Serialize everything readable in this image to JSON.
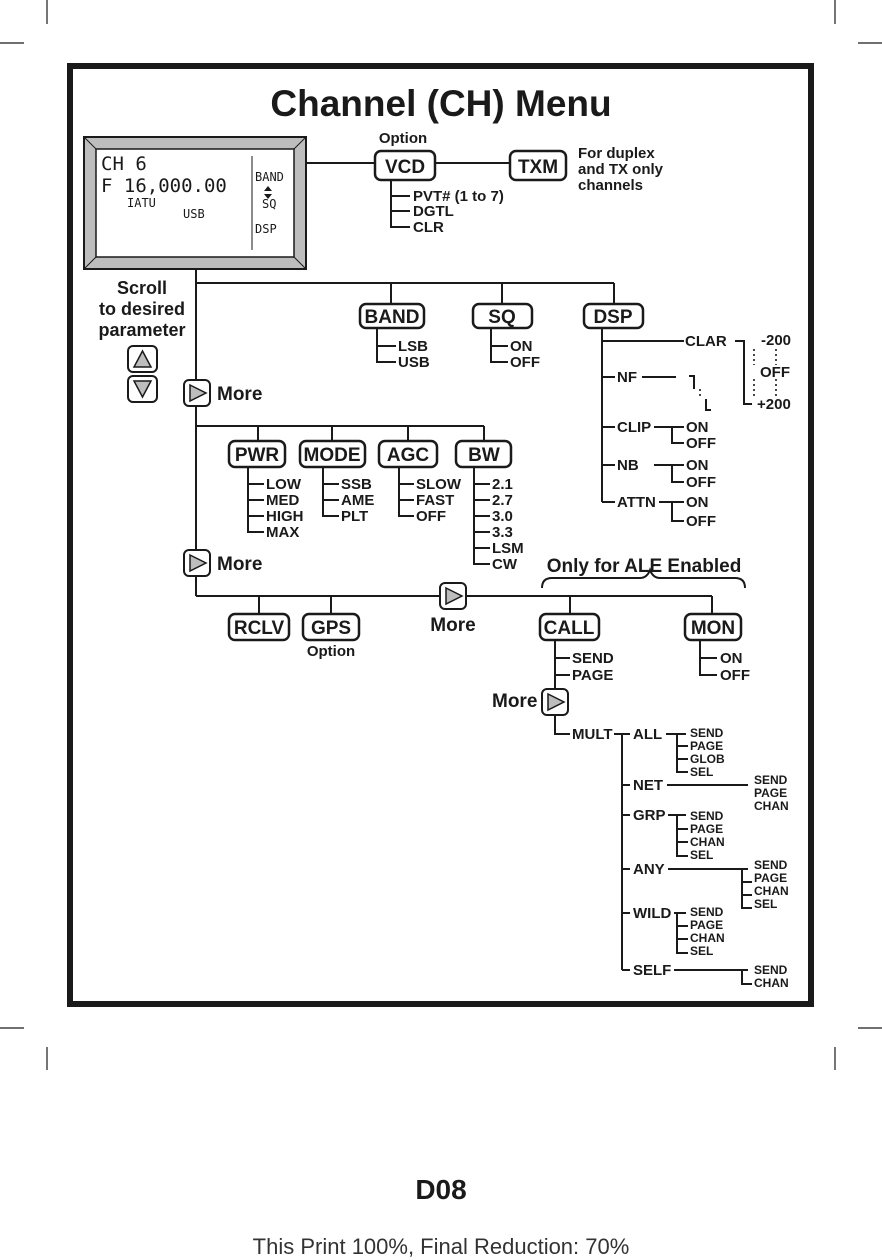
{
  "title": "Channel (CH) Menu",
  "display": {
    "line1": "CH 6",
    "line2": "F 16,000.00",
    "line3": "IATU",
    "mode": "USB",
    "side_band": "BAND",
    "side_sq": "SQ",
    "side_dsp": "DSP"
  },
  "scroll_hint": [
    "Scroll",
    "to desired",
    "parameter"
  ],
  "more_label": "More",
  "option_label": "Option",
  "vcd": {
    "label": "VCD",
    "items": [
      "PVT# (1 to 7)",
      "DGTL",
      "CLR"
    ],
    "txm_label": "TXM",
    "txm_note": [
      "For duplex",
      "and TX only",
      "channels"
    ]
  },
  "row1": {
    "band": {
      "label": "BAND",
      "items": [
        "LSB",
        "USB"
      ]
    },
    "sq": {
      "label": "SQ",
      "items": [
        "ON",
        "OFF"
      ]
    },
    "dsp": {
      "label": "DSP",
      "clar": {
        "label": "CLAR",
        "values": [
          "-200",
          "OFF",
          "+200"
        ]
      },
      "nf": "NF",
      "clip": {
        "label": "CLIP",
        "items": [
          "ON",
          "OFF"
        ]
      },
      "nb": {
        "label": "NB",
        "items": [
          "ON",
          "OFF"
        ]
      },
      "attn": {
        "label": "ATTN",
        "items": [
          "ON",
          "OFF"
        ]
      }
    }
  },
  "row2": {
    "pwr": {
      "label": "PWR",
      "items": [
        "LOW",
        "MED",
        "HIGH",
        "MAX"
      ]
    },
    "mode": {
      "label": "MODE",
      "items": [
        "SSB",
        "AME",
        "PLT"
      ]
    },
    "agc": {
      "label": "AGC",
      "items": [
        "SLOW",
        "FAST",
        "OFF"
      ]
    },
    "bw": {
      "label": "BW",
      "items": [
        "2.1",
        "2.7",
        "3.0",
        "3.3",
        "LSM",
        "CW"
      ]
    }
  },
  "row3": {
    "rclv": "RCLV",
    "gps": "GPS",
    "ale_banner": "Only for ALE Enabled",
    "call": {
      "label": "CALL",
      "items": [
        "SEND",
        "PAGE"
      ]
    },
    "mon": {
      "label": "MON",
      "items": [
        "ON",
        "OFF"
      ]
    },
    "mult": "MULT",
    "mult_items": [
      {
        "label": "ALL",
        "items": [
          "SEND",
          "PAGE",
          "GLOB",
          "SEL"
        ]
      },
      {
        "label": "NET",
        "items": [
          "SEND",
          "PAGE",
          "CHAN"
        ]
      },
      {
        "label": "GRP",
        "items": [
          "SEND",
          "PAGE",
          "CHAN",
          "SEL"
        ]
      },
      {
        "label": "ANY",
        "items": [
          "SEND",
          "PAGE",
          "CHAN",
          "SEL"
        ]
      },
      {
        "label": "WILD",
        "items": [
          "SEND",
          "PAGE",
          "CHAN",
          "SEL"
        ]
      },
      {
        "label": "SELF",
        "items": [
          "SEND",
          "CHAN"
        ]
      }
    ]
  },
  "footer": {
    "code": "D08",
    "note": "This Print 100%, Final Reduction: 70%"
  }
}
